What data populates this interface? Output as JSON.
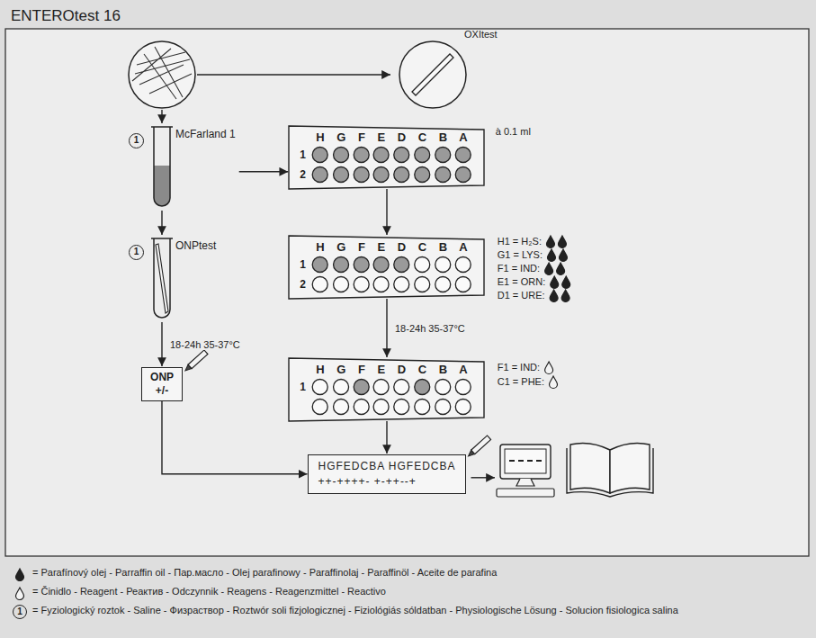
{
  "diagram": {
    "title": "ENTEROtest 16",
    "nodes": [
      {
        "text": [
          "OXItest"
        ]
      },
      {
        "text": [
          "1",
          "McFarland 1"
        ]
      },
      {
        "text": [
          "1",
          "ONPtest"
        ]
      },
      {
        "text": [
          "ONP +/-"
        ]
      },
      {
        "text": [
          "H G F E D C B A",
          "1",
          "2"
        ]
      },
      {
        "text": [
          "H G F E D C B A",
          "1",
          "2"
        ]
      },
      {
        "text": [
          "H G F E D C B A",
          "1"
        ]
      },
      {
        "text": [
          "HGFEDCBA HGFEDCBA",
          "++-++++- +-++--+"
        ]
      }
    ],
    "edges": [
      {
        "from": 1,
        "to": 4,
        "arrow": "to"
      },
      {
        "from": 1,
        "to": 2,
        "arrow": "to"
      },
      {
        "from": 2,
        "to": 3,
        "arrow": "to",
        "label": "18-24h 35-37°C"
      },
      {
        "from": 4,
        "to": 5,
        "arrow": "to"
      },
      {
        "from": 5,
        "to": 6,
        "arrow": "to",
        "label": "18-24h 35-37°C"
      },
      {
        "from": 6,
        "to": 7,
        "arrow": "to"
      },
      {
        "from": 3,
        "to": 7,
        "arrow": "to"
      }
    ],
    "labels": [
      "à 0.1 ml",
      "H1 = H₂S:",
      "G1 = LYS:",
      "F1 = IND:",
      "E1 = ORN:",
      "D1 = URE:",
      "F1 = IND:",
      "C1 = PHE:",
      "1"
    ],
    "legend": [
      {
        "text": "= Parafínový olej - Parraffin oil - Пар.масло - Olej parafinowy - Paraffinolaj - Paraffinöl - Aceite de parafina"
      },
      {
        "text": "= Činidlo - Reagent - Реактив - Odczynnik - Reagens - Reagenzmittel - Reactivo"
      },
      {
        "text": "= Fyziologický roztok - Saline - Физраствор - Roztwór soli fizjologicznej - Fiziológiás sóldatban - Physiologische Lösung - Solucion fisiologica salina"
      }
    ]
  }
}
